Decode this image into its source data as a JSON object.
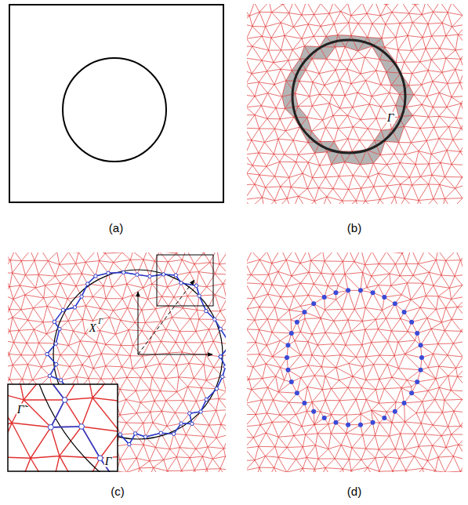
{
  "diagram": {
    "labels": [
      "(a)",
      "(b)",
      "(c)",
      "(d)",
      "Γ",
      "X",
      "Γ",
      "Γ̃",
      "Γ"
    ]
  }
}
